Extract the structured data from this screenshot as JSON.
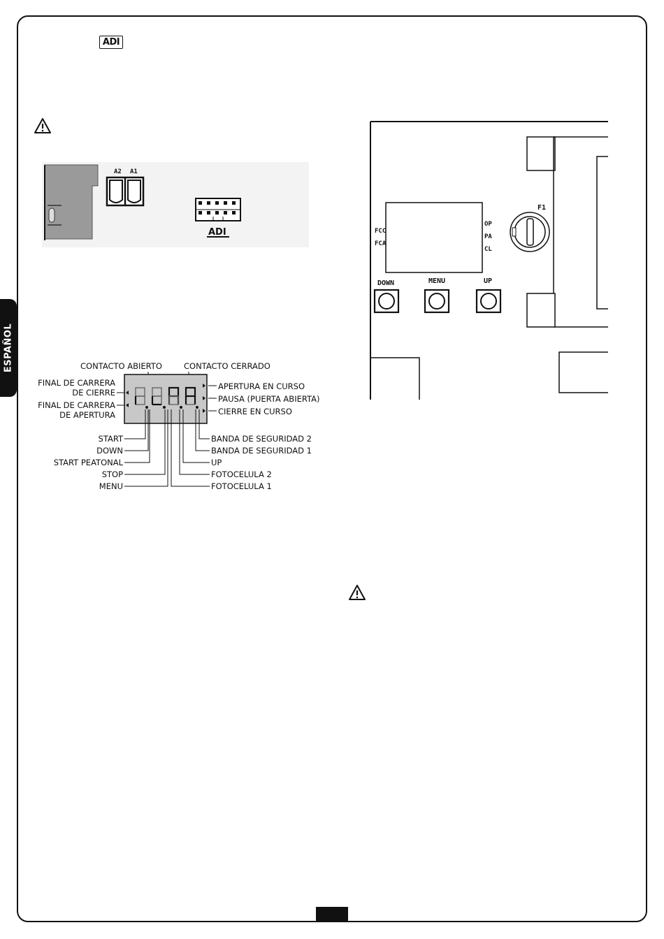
{
  "side_tab": {
    "label": "ESPAÑOL"
  },
  "header": {
    "logo_text": "ADI"
  },
  "connector_figure": {
    "terminals": [
      "A2",
      "A1"
    ],
    "logo_text": "ADI"
  },
  "display_figure": {
    "top_labels": [
      "CONTACTO ABIERTO",
      "CONTACTO CERRADO"
    ],
    "left_labels": [
      [
        "FINAL DE CARRERA",
        "DE CIERRE"
      ],
      [
        "FINAL DE CARRERA",
        "DE APERTURA"
      ]
    ],
    "right_labels": [
      "APERTURA EN CURSO",
      "PAUSA (PUERTA ABIERTA)",
      "CIERRE EN CURSO"
    ],
    "bottom_left_labels": [
      "START",
      "DOWN",
      "START PEATONAL",
      "STOP",
      "MENU"
    ],
    "bottom_right_labels": [
      "BANDA DE SEGURIDAD 2",
      "BANDA DE SEGURIDAD 1",
      "UP",
      "FOTOCELULA 2",
      "FOTOCELULA 1"
    ]
  },
  "board_figure": {
    "fuse_label": "F1",
    "left_leds": [
      "FCC",
      "FCA"
    ],
    "right_leds": [
      "OP",
      "PA",
      "CL"
    ],
    "buttons": [
      "DOWN",
      "MENU",
      "UP"
    ]
  }
}
